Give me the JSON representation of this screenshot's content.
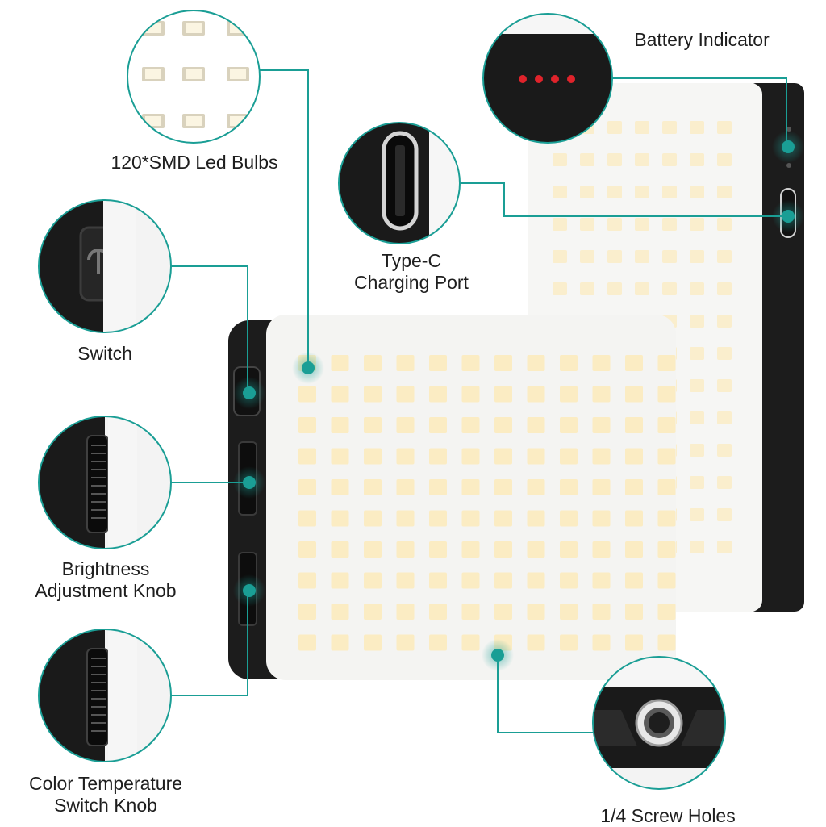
{
  "diagram": {
    "labels": {
      "led_bulbs": "120*SMD Led Bulbs",
      "switch": "Switch",
      "brightness": "Brightness\nAdjustment Knob",
      "color_temp": "Color Temperature\nSwitch Knob",
      "type_c": "Type-C\nCharging Port",
      "battery": "Battery Indicator",
      "screw": "1/4 Screw Holes"
    },
    "battery_dots_lit": 4,
    "colors": {
      "accent": "#1a9e95",
      "led_warm": "#fbecc3",
      "panel": "#f4f4f2",
      "body": "#1c1c1c",
      "indicator": "#e0232b"
    },
    "icons": [
      "led-panel",
      "usb-c-port",
      "battery-dots",
      "rotary-knob",
      "slide-switch",
      "screw-thread"
    ]
  }
}
